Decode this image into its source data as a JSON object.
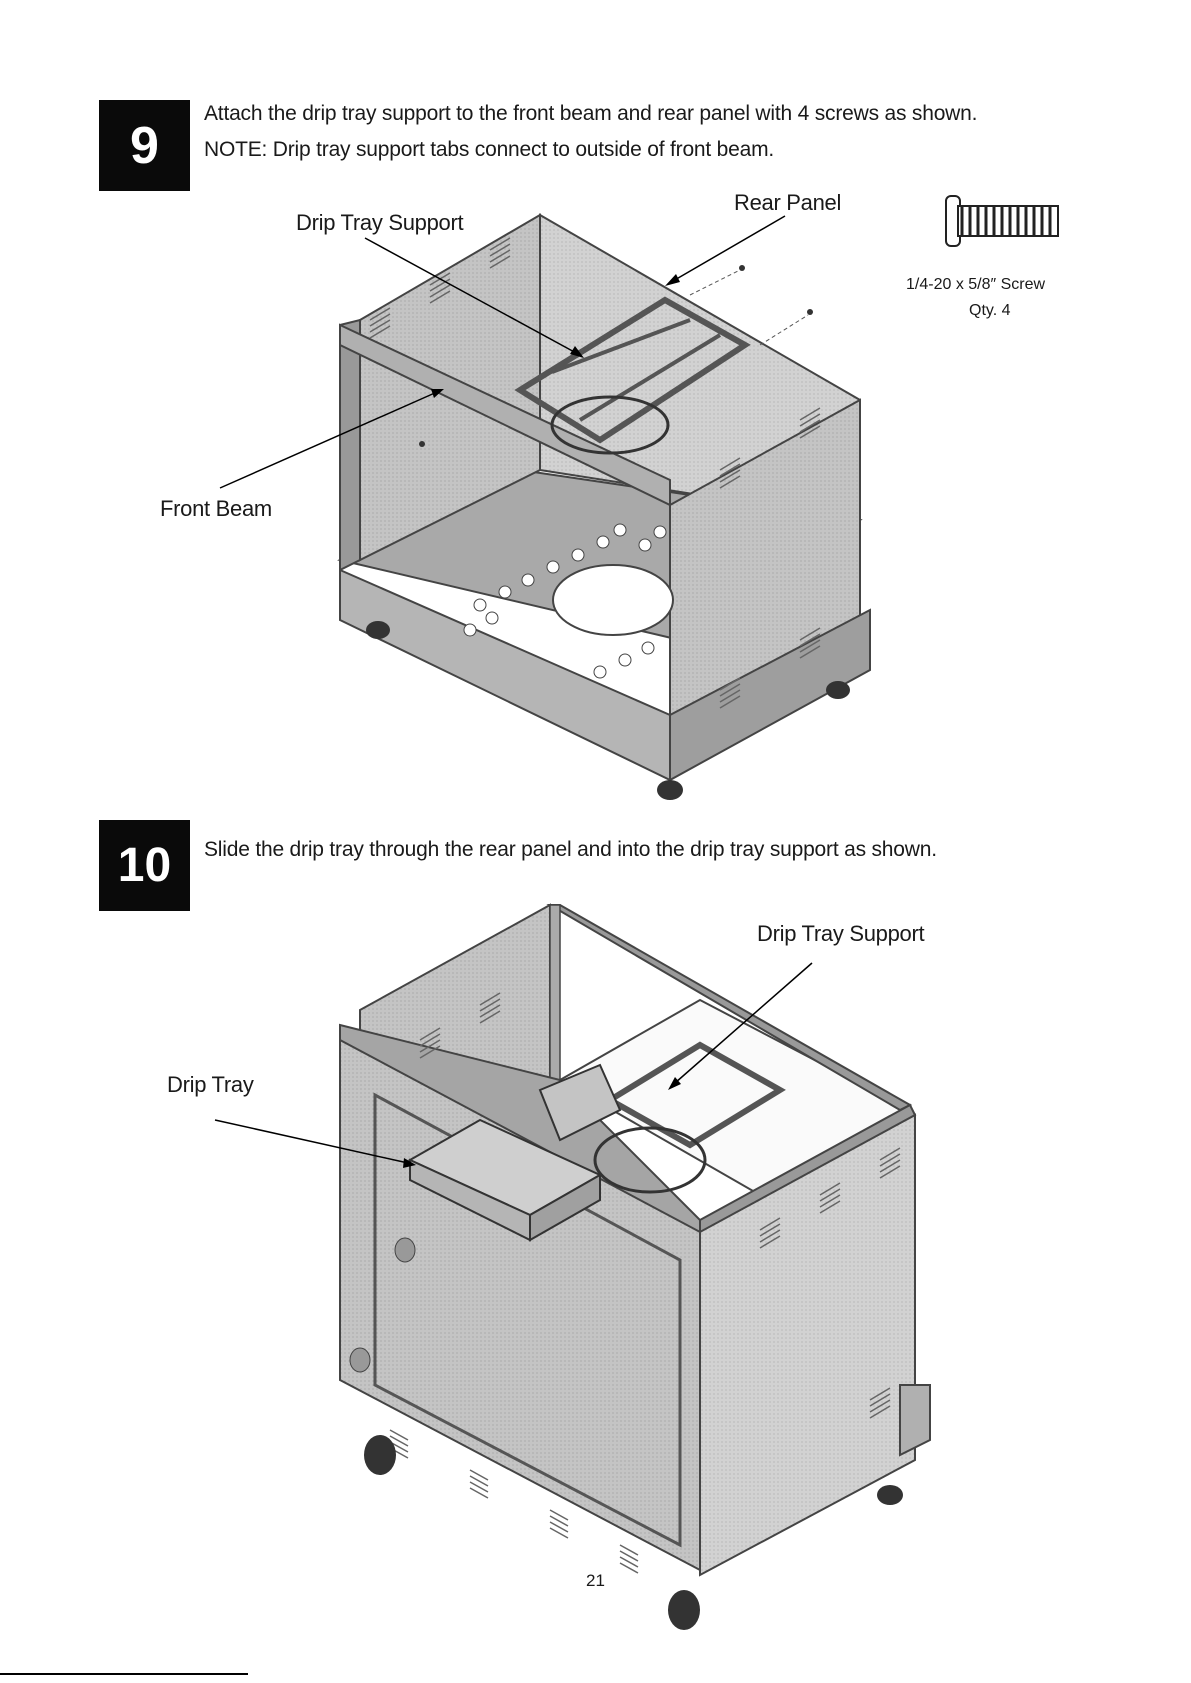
{
  "steps": [
    {
      "number": "9",
      "lines": [
        "Attach the drip tray support to the front beam and rear panel with 4 screws as shown.",
        "NOTE: Drip tray support tabs connect to outside of front beam."
      ],
      "labels": {
        "drip_tray_support": "Drip Tray Support",
        "rear_panel": "Rear Panel",
        "front_beam": "Front Beam"
      },
      "hardware": {
        "spec": "1/4-20 x 5/8″ Screw",
        "qty": "Qty. 4"
      }
    },
    {
      "number": "10",
      "lines": [
        "Slide the drip tray through the rear panel and into the drip tray support as shown."
      ],
      "labels": {
        "drip_tray_support": "Drip Tray Support",
        "drip_tray": "Drip Tray"
      }
    }
  ],
  "page_number": "21",
  "colors": {
    "badge": "#0a0a0a",
    "metal": "#bdbdbd",
    "metal_dark": "#8c8c8c",
    "interior": "#cfcfcf"
  }
}
